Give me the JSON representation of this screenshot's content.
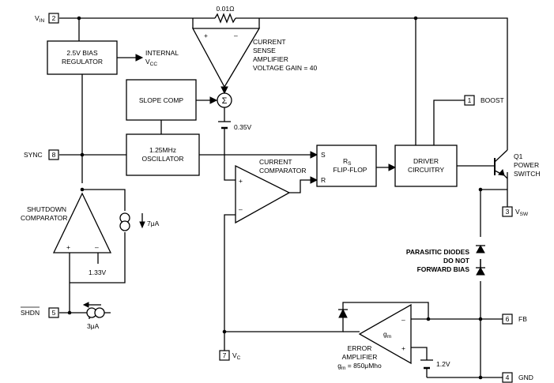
{
  "pins": {
    "vin": {
      "number": "2",
      "label": "V",
      "sub": "IN"
    },
    "sync": {
      "number": "8",
      "label": "SYNC"
    },
    "shdn": {
      "number": "5",
      "label": "SHDN"
    },
    "vc": {
      "number": "7",
      "label": "V",
      "sub": "C"
    },
    "boost": {
      "number": "1",
      "label": "BOOST"
    },
    "vsw": {
      "number": "3",
      "label": "V",
      "sub": "SW"
    },
    "fb": {
      "number": "6",
      "label": "FB"
    },
    "gnd": {
      "number": "4",
      "label": "GND"
    }
  },
  "blocks": {
    "bias_regulator": {
      "line1": "2.5V BIAS",
      "line2": "REGULATOR"
    },
    "slope_comp": {
      "label": "SLOPE COMP"
    },
    "oscillator": {
      "line1": "1.25MHz",
      "line2": "OSCILLATOR"
    },
    "flip_flop": {
      "s": "S",
      "r": "R",
      "title": "R",
      "title_sub": "S",
      "line2": "FLIP-FLOP"
    },
    "driver": {
      "line1": "DRIVER",
      "line2": "CIRCUITRY"
    }
  },
  "labels": {
    "internal_vcc": {
      "line1": "INTERNAL",
      "line2": "V",
      "line2_sub": "CC"
    },
    "sense_resistor": "0.01Ω",
    "current_sense": {
      "line1": "CURRENT",
      "line2": "SENSE",
      "line3": "AMPLIFIER",
      "line4": "VOLTAGE GAIN = 40"
    },
    "summer": "Σ",
    "offset": "0.35V",
    "current_comparator": {
      "line1": "CURRENT",
      "line2": "COMPARATOR"
    },
    "shutdown_comparator": {
      "line1": "SHUTDOWN",
      "line2": "COMPARATOR"
    },
    "shdn_ref": "1.33V",
    "i_7ua": "7μA",
    "i_3ua": "3μA",
    "power_switch": {
      "line1": "Q1",
      "line2": "POWER",
      "line3": "SWITCH"
    },
    "parasitic": {
      "line1": "PARASITIC DIODES",
      "line2": "DO NOT",
      "line3": "FORWARD BIAS"
    },
    "gm_symbol": "g",
    "gm_sub": "m",
    "error_amp": {
      "line1": "ERROR",
      "line2": "AMPLIFIER",
      "line3": "g",
      "line3_sub": "m",
      "line3_rest": " = 850μMho"
    },
    "fb_ref": "1.2V",
    "plus": "+",
    "minus": "–"
  }
}
